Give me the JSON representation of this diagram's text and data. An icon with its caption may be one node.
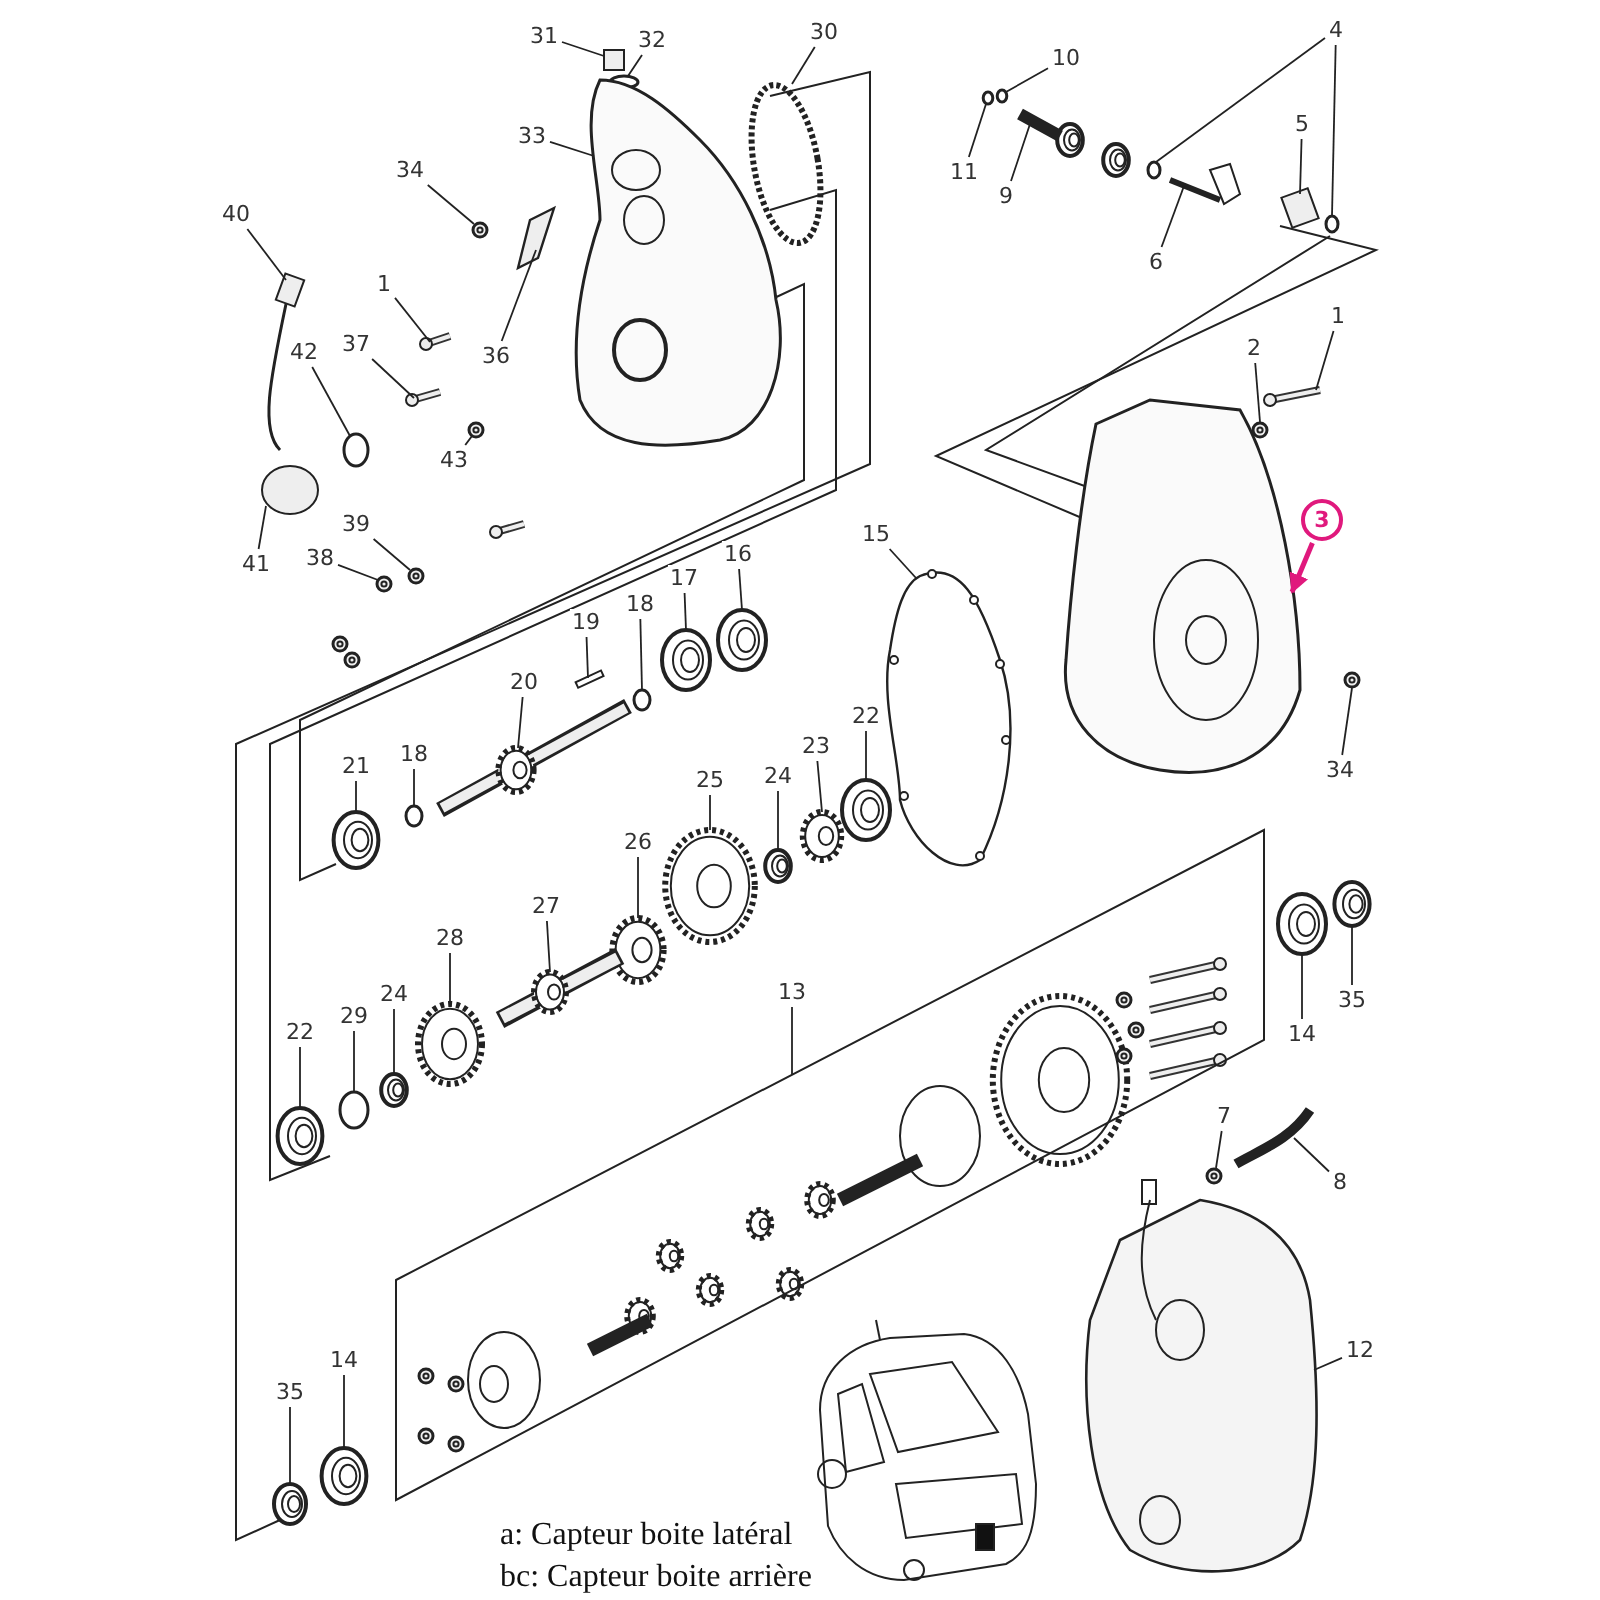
{
  "diagram": {
    "nodes": [
      {
        "text": [
          "31"
        ]
      },
      {
        "text": [
          "32"
        ]
      },
      {
        "text": [
          "30"
        ]
      },
      {
        "text": [
          "10"
        ]
      },
      {
        "text": [
          "4"
        ]
      },
      {
        "text": [
          "34"
        ]
      },
      {
        "text": [
          "33"
        ]
      },
      {
        "text": [
          "11"
        ]
      },
      {
        "text": [
          "9"
        ]
      },
      {
        "text": [
          "5"
        ]
      },
      {
        "text": [
          "40"
        ]
      },
      {
        "text": [
          "6"
        ]
      },
      {
        "text": [
          "1"
        ]
      },
      {
        "text": [
          "1"
        ]
      },
      {
        "text": [
          "42"
        ]
      },
      {
        "text": [
          "37"
        ]
      },
      {
        "text": [
          "36"
        ]
      },
      {
        "text": [
          "2"
        ]
      },
      {
        "text": [
          "43"
        ]
      },
      {
        "text": [
          "3"
        ]
      },
      {
        "text": [
          "39"
        ]
      },
      {
        "text": [
          "15"
        ]
      },
      {
        "text": [
          "16"
        ]
      },
      {
        "text": [
          "38"
        ]
      },
      {
        "text": [
          "41"
        ]
      },
      {
        "text": [
          "17"
        ]
      },
      {
        "text": [
          "18"
        ]
      },
      {
        "text": [
          "19"
        ]
      },
      {
        "text": [
          "20"
        ]
      },
      {
        "text": [
          "22"
        ]
      },
      {
        "text": [
          "23"
        ]
      },
      {
        "text": [
          "18"
        ]
      },
      {
        "text": [
          "21"
        ]
      },
      {
        "text": [
          "34"
        ]
      },
      {
        "text": [
          "24"
        ]
      },
      {
        "text": [
          "25"
        ]
      },
      {
        "text": [
          "26"
        ]
      },
      {
        "text": [
          "27"
        ]
      },
      {
        "text": [
          "28"
        ]
      },
      {
        "text": [
          "13"
        ]
      },
      {
        "text": [
          "24"
        ]
      },
      {
        "text": [
          "35"
        ]
      },
      {
        "text": [
          "29"
        ]
      },
      {
        "text": [
          "22"
        ]
      },
      {
        "text": [
          "14"
        ]
      },
      {
        "text": [
          "7"
        ]
      },
      {
        "text": [
          "8"
        ]
      },
      {
        "text": [
          "12"
        ]
      },
      {
        "text": [
          "14"
        ]
      },
      {
        "text": [
          "35"
        ]
      },
      {
        "text": [],
        "shape": "box"
      },
      {
        "text": [],
        "shape": "circle"
      },
      {
        "text": [],
        "shape": "circle"
      },
      {
        "text": [],
        "shape": "circle"
      },
      {
        "text": [],
        "shape": "circle"
      },
      {
        "text": [],
        "shape": "circle"
      },
      {
        "text": [],
        "shape": "picture"
      },
      {
        "text": [],
        "shape": "picture"
      },
      {
        "text": [],
        "shape": "circle"
      },
      {
        "text": [],
        "shape": "picture"
      },
      {
        "text": [],
        "shape": "box"
      },
      {
        "text": [],
        "shape": "picture"
      },
      {
        "text": [],
        "shape": "picture"
      },
      {
        "text": [],
        "shape": "picture"
      },
      {
        "text": [],
        "shape": "picture"
      },
      {
        "text": [],
        "shape": "circle"
      },
      {
        "text": [],
        "shape": "picture"
      },
      {
        "text": [],
        "shape": "box"
      },
      {
        "text": [],
        "shape": "picture"
      },
      {
        "text": [],
        "shape": "picture"
      },
      {
        "text": [],
        "shape": "picture"
      },
      {
        "text": [],
        "shape": "picture"
      },
      {
        "text": [],
        "shape": "picture"
      },
      {
        "text": [],
        "shape": "picture"
      },
      {
        "text": [],
        "shape": "picture"
      },
      {
        "text": [],
        "shape": "circle"
      },
      {
        "text": [],
        "shape": "picture"
      },
      {
        "text": [],
        "shape": "circle"
      },
      {
        "text": [],
        "shape": "box"
      },
      {
        "text": [],
        "shape": "picture"
      },
      {
        "text": [],
        "shape": "picture"
      },
      {
        "text": [],
        "shape": "picture"
      },
      {
        "text": [],
        "shape": "circle"
      },
      {
        "text": [],
        "shape": "picture"
      },
      {
        "text": [],
        "shape": "picture"
      },
      {
        "text": [],
        "shape": "picture"
      },
      {
        "text": [],
        "shape": "picture"
      },
      {
        "text": [],
        "shape": "picture"
      },
      {
        "text": [],
        "shape": "picture"
      },
      {
        "text": [],
        "shape": "picture"
      },
      {
        "text": [],
        "shape": "box"
      },
      {
        "text": [],
        "shape": "picture"
      },
      {
        "text": [],
        "shape": "picture"
      },
      {
        "text": [],
        "shape": "circle"
      },
      {
        "text": [],
        "shape": "picture"
      },
      {
        "text": [],
        "shape": "picture"
      },
      {
        "text": [],
        "shape": "picture"
      },
      {
        "text": [],
        "shape": "picture"
      },
      {
        "text": [],
        "shape": "picture"
      },
      {
        "text": [],
        "shape": "picture"
      },
      {
        "text": [],
        "shape": "picture"
      }
    ],
    "edges": [
      {
        "from": 0,
        "to": 50,
        "arrow": "none"
      },
      {
        "from": 1,
        "to": 51,
        "arrow": "none"
      },
      {
        "from": 2,
        "to": 52,
        "arrow": "none"
      },
      {
        "from": 3,
        "to": 53,
        "arrow": "none"
      },
      {
        "from": 4,
        "to": 54,
        "arrow": "none"
      },
      {
        "from": 4,
        "to": 55,
        "arrow": "none"
      },
      {
        "from": 5,
        "to": 56,
        "arrow": "none"
      },
      {
        "from": 6,
        "to": 57,
        "arrow": "none"
      },
      {
        "from": 7,
        "to": 58,
        "arrow": "none"
      },
      {
        "from": 8,
        "to": 59,
        "arrow": "none"
      },
      {
        "from": 9,
        "to": 60,
        "arrow": "none"
      },
      {
        "from": 10,
        "to": 61,
        "arrow": "none"
      },
      {
        "from": 11,
        "to": 62,
        "arrow": "none"
      },
      {
        "from": 12,
        "to": 63,
        "arrow": "none"
      },
      {
        "from": 13,
        "to": 64,
        "arrow": "none"
      },
      {
        "from": 14,
        "to": 65,
        "arrow": "none"
      },
      {
        "from": 15,
        "to": 66,
        "arrow": "none"
      },
      {
        "from": 16,
        "to": 67,
        "arrow": "none"
      },
      {
        "from": 17,
        "to": 68,
        "arrow": "none"
      },
      {
        "from": 18,
        "to": 69,
        "arrow": "none"
      },
      {
        "from": 19,
        "to": 70,
        "arrow": "to",
        "style": "thick",
        "color": "#e0197d"
      },
      {
        "from": 20,
        "to": 71,
        "arrow": "none"
      },
      {
        "from": 21,
        "to": 72,
        "arrow": "none"
      },
      {
        "from": 22,
        "to": 73,
        "arrow": "none"
      },
      {
        "from": 23,
        "to": 74,
        "arrow": "none"
      },
      {
        "from": 24,
        "to": 75,
        "arrow": "none"
      },
      {
        "from": 25,
        "to": 76,
        "arrow": "none"
      },
      {
        "from": 26,
        "to": 77,
        "arrow": "none"
      },
      {
        "from": 27,
        "to": 78,
        "arrow": "none"
      },
      {
        "from": 28,
        "to": 79,
        "arrow": "none"
      },
      {
        "from": 29,
        "to": 80,
        "arrow": "none"
      },
      {
        "from": 30,
        "to": 81,
        "arrow": "none"
      },
      {
        "from": 31,
        "to": 82,
        "arrow": "none"
      },
      {
        "from": 32,
        "to": 83,
        "arrow": "none"
      },
      {
        "from": 33,
        "to": 84,
        "arrow": "none"
      },
      {
        "from": 34,
        "to": 85,
        "arrow": "none"
      },
      {
        "from": 35,
        "to": 86,
        "arrow": "none"
      },
      {
        "from": 36,
        "to": 87,
        "arrow": "none"
      },
      {
        "from": 37,
        "to": 88,
        "arrow": "none"
      },
      {
        "from": 38,
        "to": 89,
        "arrow": "none"
      },
      {
        "from": 39,
        "to": 90,
        "arrow": "none"
      },
      {
        "from": 40,
        "to": 91,
        "arrow": "none"
      },
      {
        "from": 41,
        "to": 92,
        "arrow": "none"
      },
      {
        "from": 42,
        "to": 93,
        "arrow": "none"
      },
      {
        "from": 43,
        "to": 94,
        "arrow": "none"
      },
      {
        "from": 44,
        "to": 95,
        "arrow": "none"
      },
      {
        "from": 45,
        "to": 96,
        "arrow": "none"
      },
      {
        "from": 46,
        "to": 97,
        "arrow": "none"
      },
      {
        "from": 47,
        "to": 98,
        "arrow": "none"
      },
      {
        "from": 48,
        "to": 99,
        "arrow": "none"
      },
      {
        "from": 49,
        "to": 100,
        "arrow": "none"
      }
    ],
    "labels": [
      "a: Capteur boite latéral",
      "bc: Capteur boite arrière"
    ]
  }
}
